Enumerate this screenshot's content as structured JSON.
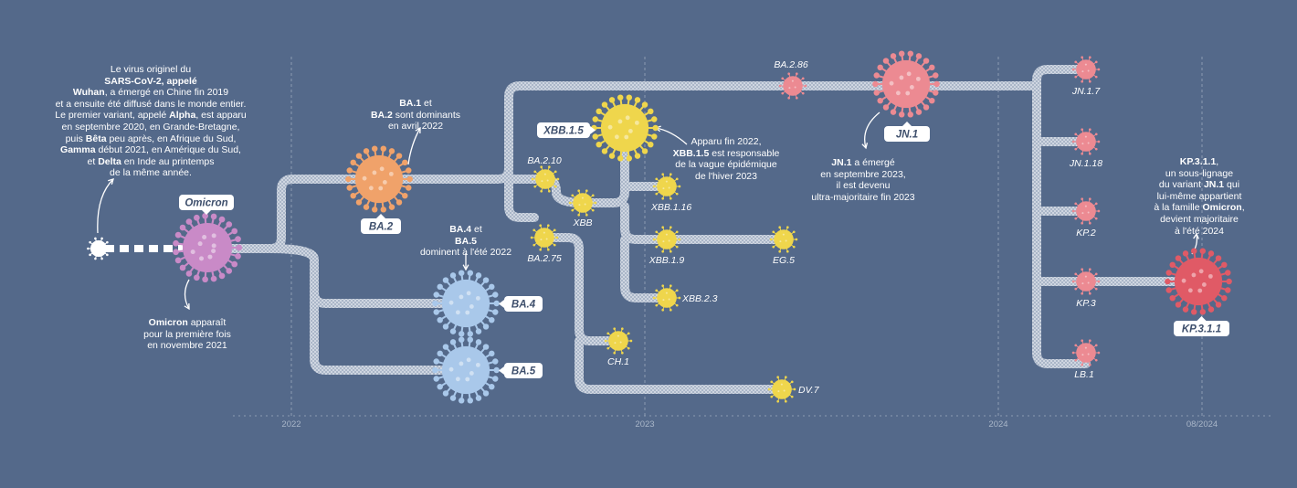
{
  "timeline": {
    "years": [
      "2022",
      "2023",
      "2024",
      "08/2024"
    ]
  },
  "colors": {
    "background": "#54698a",
    "branch": "#d7dde6",
    "wuhan": "#ffffff",
    "omicron": "#c98ac7",
    "ba2": "#f0a26a",
    "ba45": "#a9c8ea",
    "xbb": "#efd64c",
    "jn1": "#ec8a92",
    "kp311": "#e05a66"
  },
  "tags": {
    "omicron": "Omicron",
    "ba2": "BA.2",
    "ba4": "BA.4",
    "ba5": "BA.5",
    "xbb15": "XBB.1.5",
    "jn1": "JN.1",
    "kp311": "KP.3.1.1"
  },
  "labels": {
    "ba210": "BA.2.10",
    "xbb": "XBB",
    "ba275": "BA.2.75",
    "xbb116": "XBB.1.16",
    "xbb19": "XBB.1.9",
    "eg5": "EG.5",
    "xbb23": "XBB.2.3",
    "ch1": "CH.1",
    "dv7": "DV.7",
    "ba286": "BA.2.86",
    "jn17": "JN.1.7",
    "jn118": "JN.1.18",
    "kp2": "KP.2",
    "kp3": "KP.3",
    "lb1": "LB.1"
  },
  "notes": {
    "origin": [
      [
        "Le virus originel du ",
        "",
        ""
      ],
      [
        "",
        "SARS-CoV-2, appelé",
        ""
      ],
      [
        "",
        "Wuhan",
        ", a émergé en Chine fin 2019"
      ],
      [
        "et a ensuite été diffusé dans le monde entier.",
        "",
        ""
      ],
      [
        "Le premier variant, appelé ",
        "Alpha",
        ", est apparu"
      ],
      [
        "en septembre 2020, en Grande-Bretagne,",
        "",
        ""
      ],
      [
        "puis ",
        "Bêta",
        " peu après, en Afrique du Sud,"
      ],
      [
        "",
        "Gamma",
        " début 2021, en Amérique du Sud,"
      ],
      [
        "et ",
        "Delta",
        " en Inde au printemps"
      ],
      [
        "de la même année.",
        "",
        ""
      ]
    ],
    "omicron": [
      [
        "",
        "Omicron",
        " apparaît"
      ],
      [
        "pour la première fois",
        "",
        ""
      ],
      [
        "en novembre 2021",
        "",
        ""
      ]
    ],
    "ba12": [
      [
        "",
        "BA.1",
        " et "
      ],
      [
        "",
        "BA.2",
        " sont dominants"
      ],
      [
        "en avril 2022",
        "",
        ""
      ]
    ],
    "ba45": [
      [
        "",
        "BA.4",
        " et "
      ],
      [
        "",
        "BA.5",
        ""
      ],
      [
        "dominent à l'été 2022",
        "",
        ""
      ]
    ],
    "xbb15": [
      [
        "Apparu fin 2022,",
        "",
        ""
      ],
      [
        "",
        "XBB.1.5",
        " est responsable"
      ],
      [
        "de la vague épidémique",
        "",
        ""
      ],
      [
        "de l'hiver 2023",
        "",
        ""
      ]
    ],
    "jn1": [
      [
        "",
        "JN.1",
        " a émergé"
      ],
      [
        "en septembre 2023,",
        "",
        ""
      ],
      [
        "il est devenu",
        "",
        ""
      ],
      [
        "ultra-majoritaire fin 2023",
        "",
        ""
      ]
    ],
    "kp311": [
      [
        "",
        "KP.3.1.1",
        ","
      ],
      [
        "un sous-lignage",
        "",
        ""
      ],
      [
        "du variant ",
        "JN.1",
        " qui"
      ],
      [
        "lui-même appartient",
        "",
        ""
      ],
      [
        "à la famille ",
        "Omicron",
        ","
      ],
      [
        "devient majoritaire",
        "",
        ""
      ],
      [
        "à l'été 2024",
        "",
        ""
      ]
    ]
  }
}
